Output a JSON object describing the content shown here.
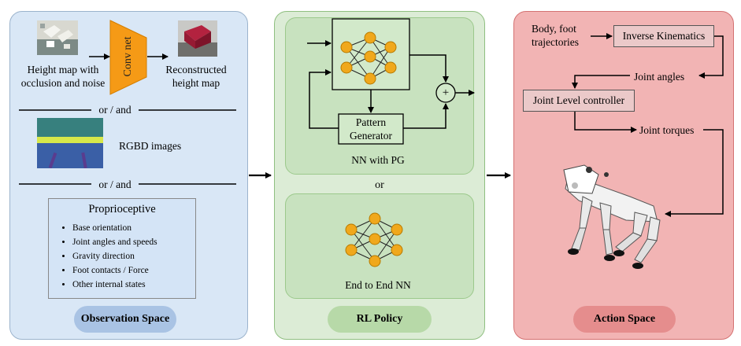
{
  "observation": {
    "heightmap_label": "Height map with\nocclusion and noise",
    "convnet_label": "Conv net",
    "reconstructed_label": "Reconstructed\nheight map",
    "or_and_1": "or / and",
    "rgbd_label": "RGBD images",
    "or_and_2": "or / and",
    "proprio_title": "Proprioceptive",
    "proprio_items": [
      "Base orientation",
      "Joint angles and speeds",
      "Gravity direction",
      "Foot contacts / Force",
      "Other internal states"
    ],
    "section_title": "Observation Space"
  },
  "policy": {
    "pattern_generator": "Pattern\nGenerator",
    "plus_symbol": "+",
    "nn_with_pg": "NN with PG",
    "or_label": "or",
    "end_to_end": "End to End NN",
    "section_title": "RL Policy"
  },
  "action": {
    "body_foot": "Body, foot\ntrajectories",
    "inverse_kinematics": "Inverse Kinematics",
    "joint_angles": "Joint angles",
    "joint_controller": "Joint Level controller",
    "joint_torques": "Joint torques",
    "section_title": "Action Space"
  },
  "colors": {
    "obs_bg": "#d9e7f6",
    "rl_bg": "#dcecd6",
    "act_bg": "#f2b4b4",
    "neuron": "#f0a81c",
    "convnet": "#f59a16"
  }
}
